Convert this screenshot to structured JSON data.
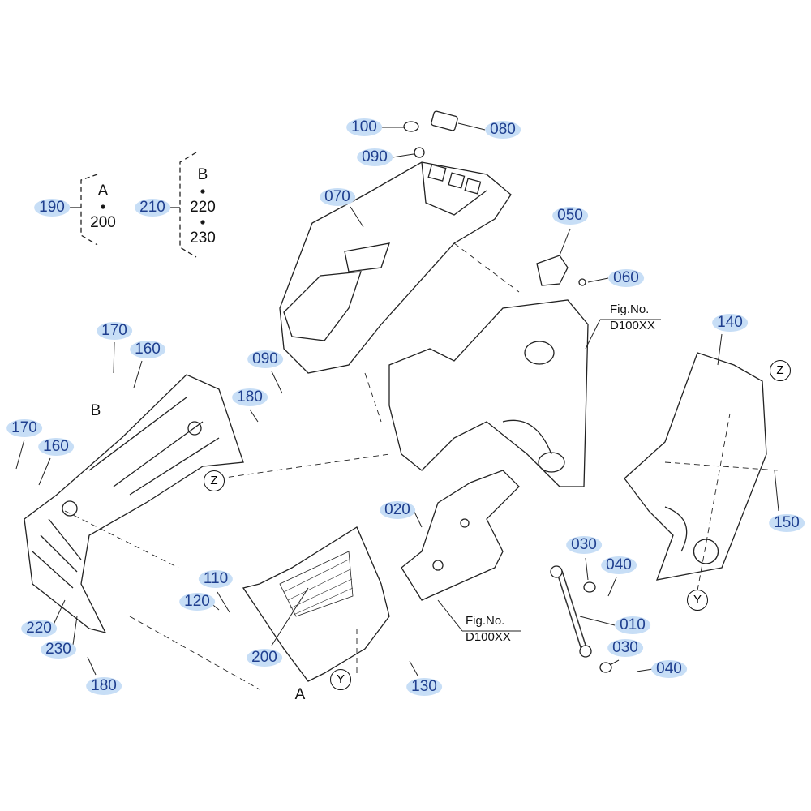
{
  "callouts": {
    "p100": "100",
    "p080": "080",
    "p090a": "090",
    "p070": "070",
    "p050": "050",
    "p060": "060",
    "p190": "190",
    "p210": "210",
    "p170a": "170",
    "p160a": "160",
    "p090b": "090",
    "p180a": "180",
    "p140": "140",
    "p170b": "170",
    "p160b": "160",
    "p150": "150",
    "p020": "020",
    "p030a": "030",
    "p040a": "040",
    "p110": "110",
    "p120": "120",
    "p010": "010",
    "p030b": "030",
    "p040b": "040",
    "p220": "220",
    "p230": "230",
    "p180b": "180",
    "p200": "200",
    "p130": "130"
  },
  "sets": {
    "set1": {
      "letter": "A",
      "item": "200"
    },
    "set2": {
      "letter": "B",
      "item1": "220",
      "item2": "230"
    }
  },
  "refs": {
    "fig1": {
      "label": "Fig.No.",
      "number": "D100XX"
    },
    "fig2": {
      "label": "Fig.No.",
      "number": "D100XX"
    }
  },
  "markers": {
    "b": "B",
    "a": "A",
    "z1": "Z",
    "z2": "Z",
    "y1": "Y",
    "y2": "Y"
  },
  "colors": {
    "callout_bg": "#c7def6",
    "callout_text": "#1f3f8f"
  }
}
